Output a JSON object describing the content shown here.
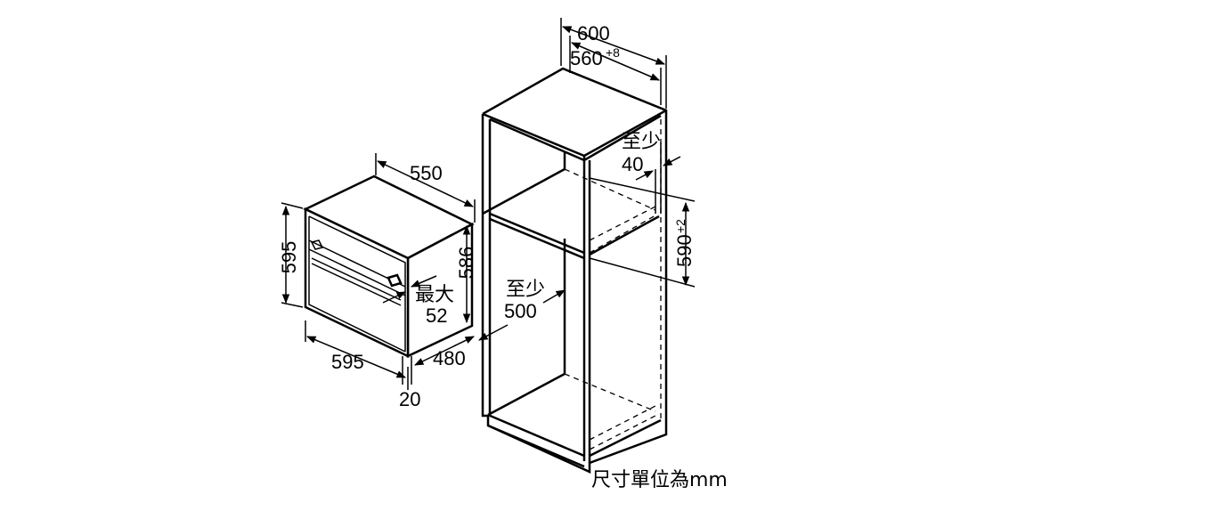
{
  "oven": {
    "width": "550",
    "height": "595",
    "inner_height": "586",
    "front_width": "595",
    "depth": "480",
    "panel": "20",
    "max_label": "最大",
    "max_value": "52"
  },
  "cabinet": {
    "width": "600",
    "niche_width": "560",
    "niche_width_tol": "+8",
    "min_label_top": "至少",
    "min_value_top": "40",
    "niche_height": "590",
    "niche_height_tol": "+2",
    "min_label_depth": "至少",
    "min_value_depth": "500"
  },
  "unit_note": "尺寸單位為mm"
}
